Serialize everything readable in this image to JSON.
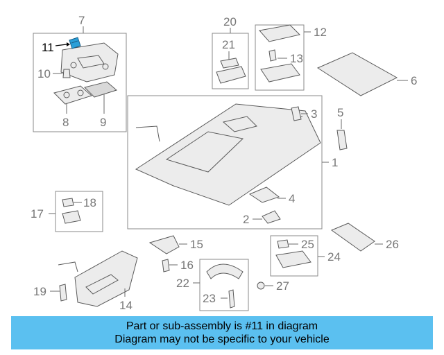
{
  "diagram": {
    "callouts": {
      "c1": "1",
      "c2": "2",
      "c3": "3",
      "c4": "4",
      "c5": "5",
      "c6": "6",
      "c7": "7",
      "c8": "8",
      "c9": "9",
      "c10": "10",
      "c11": "11",
      "c12": "12",
      "c13": "13",
      "c14": "14",
      "c15": "15",
      "c16": "16",
      "c17": "17",
      "c18": "18",
      "c19": "19",
      "c20": "20",
      "c21": "21",
      "c22": "22",
      "c23": "23",
      "c24": "24",
      "c25": "25",
      "c26": "26",
      "c27": "27"
    },
    "highlight_part": "11",
    "highlight_color": "#2a9fd8",
    "line_color": "#6a6a6a"
  },
  "banner": {
    "line1": "Part or sub-assembly is #11 in diagram",
    "line2": "Diagram may not be specific to your vehicle",
    "background": "#5bc0f0"
  }
}
